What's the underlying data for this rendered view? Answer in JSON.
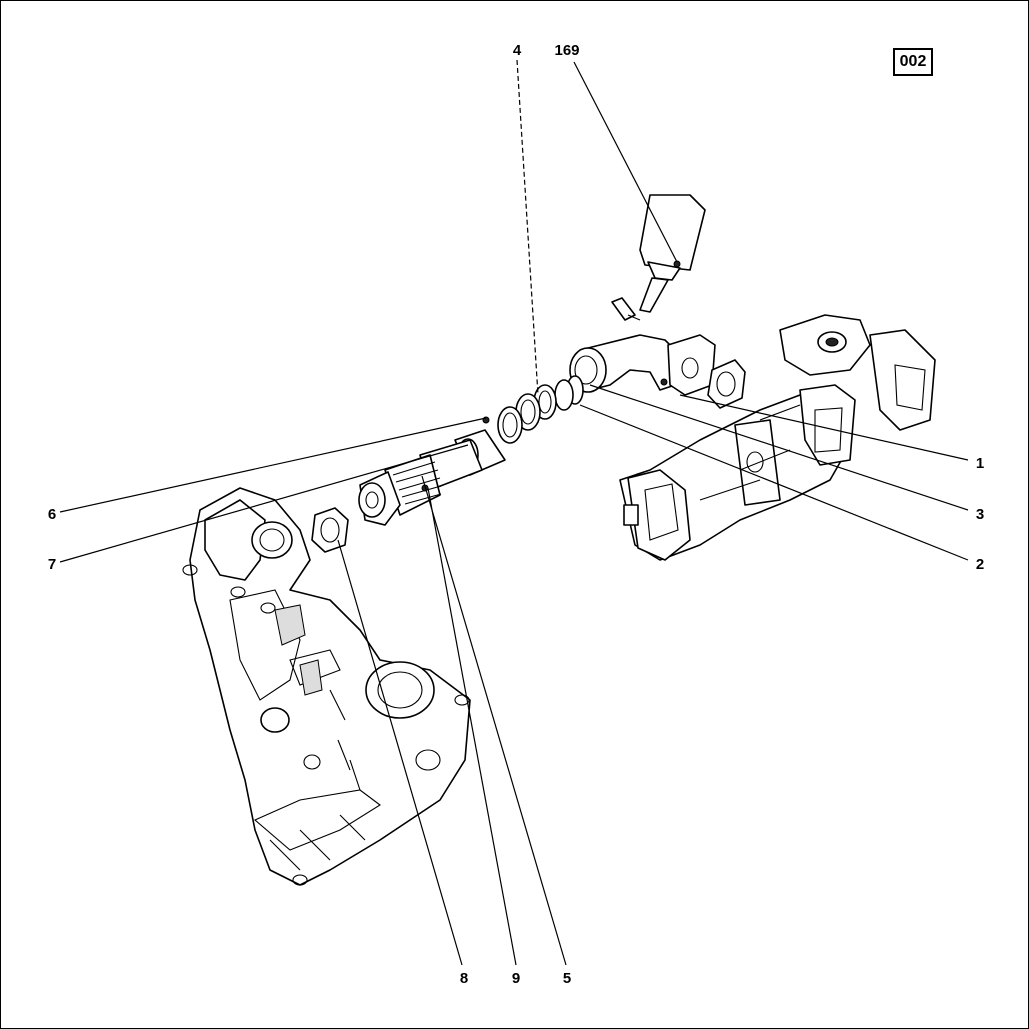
{
  "sheet_id": "002",
  "callouts": {
    "c1": "1",
    "c2": "2",
    "c3": "3",
    "c4": "4",
    "c5": "5",
    "c6": "6",
    "c7": "7",
    "c8": "8",
    "c9": "9",
    "c169": "169"
  }
}
